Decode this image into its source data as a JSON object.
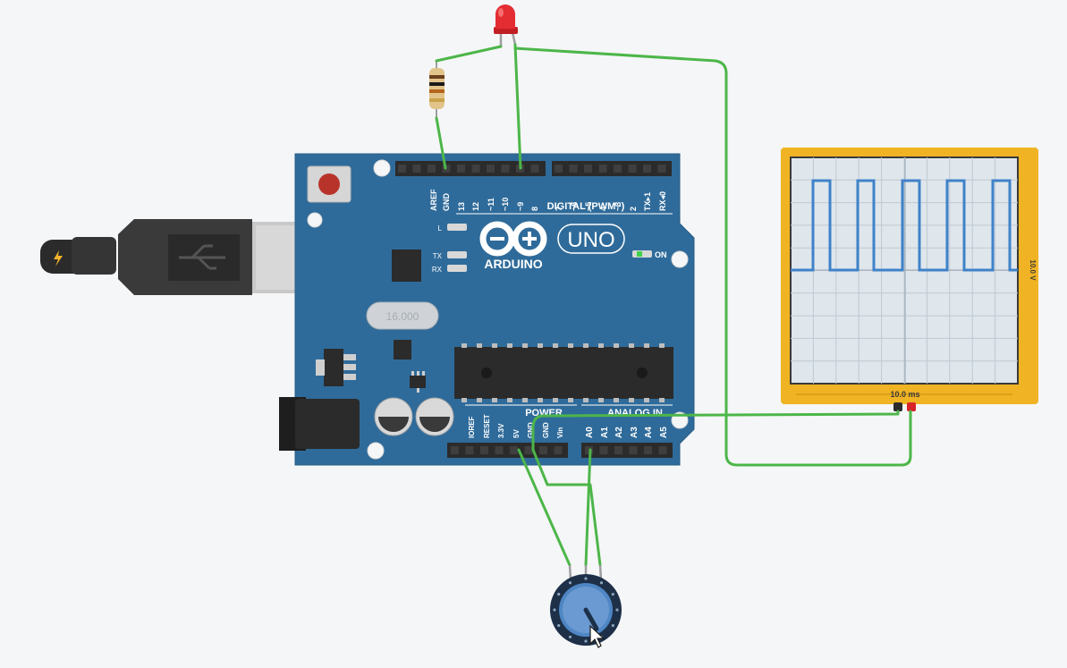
{
  "board": {
    "brand": "ARDUINO",
    "model": "UNO",
    "on_label": "ON",
    "l_label": "L",
    "tx_label": "TX",
    "rx_label": "RX",
    "digital_label": "DIGITAL (PWM~)",
    "power_label": "POWER",
    "analog_label": "ANALOG IN",
    "crystal_label": "16.000",
    "digital_pins": [
      "AREF",
      "GND",
      "13",
      "12",
      "~11",
      "~10",
      "~9",
      "8",
      "7",
      "~6",
      "~5",
      "4",
      "~3",
      "2",
      "TX▸1",
      "RX◂0"
    ],
    "power_pins": [
      "IOREF",
      "RESET",
      "3.3V",
      "5V",
      "GND",
      "GND",
      "Vin"
    ],
    "analog_pins": [
      "A0",
      "A1",
      "A2",
      "A3",
      "A4",
      "A5"
    ]
  },
  "oscilloscope": {
    "time_label": "10.0 ms",
    "voltage_label": "10.0 V"
  },
  "colors": {
    "board": "#2f6b9a",
    "wire": "#4cb649",
    "scope_frame": "#f0b323",
    "trace": "#3f82c9",
    "led": "#d8242a"
  }
}
